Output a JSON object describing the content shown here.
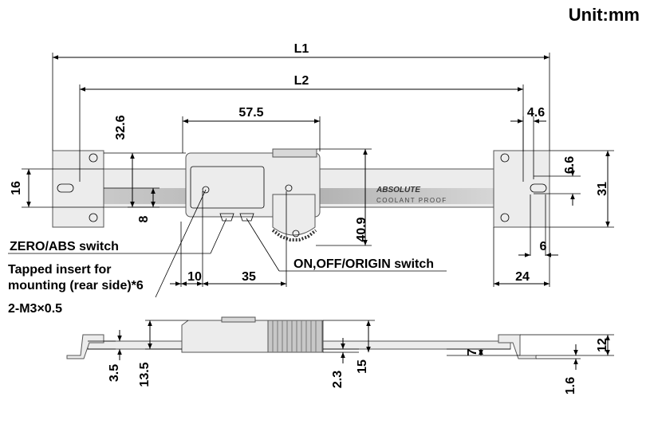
{
  "unit_label": "Unit:mm",
  "dimensions": {
    "L1": "L1",
    "L2": "L2",
    "d57_5": "57.5",
    "d4_6": "4.6",
    "d32_6": "32.6",
    "d16": "16",
    "d8": "8",
    "d6_6": "6.6",
    "d31": "31",
    "d40_9": "40.9",
    "d6": "6",
    "d10": "10",
    "d35": "35",
    "d24": "24",
    "d3_5": "3.5",
    "d13_5": "13.5",
    "d2_3": "2.3",
    "d15": "15",
    "d7": "7",
    "d12": "12",
    "d1_6": "1.6"
  },
  "callouts": {
    "zero_abs": "ZERO/ABS switch",
    "on_off_origin": "ON,OFF/ORIGIN switch",
    "tapped_line1": "Tapped insert for",
    "tapped_line2": "mounting (rear side)*6",
    "m3": "2-M3×0.5"
  },
  "scale_print": {
    "brand": "ABSOLUTE",
    "sub": "COOLANT PROOF"
  }
}
